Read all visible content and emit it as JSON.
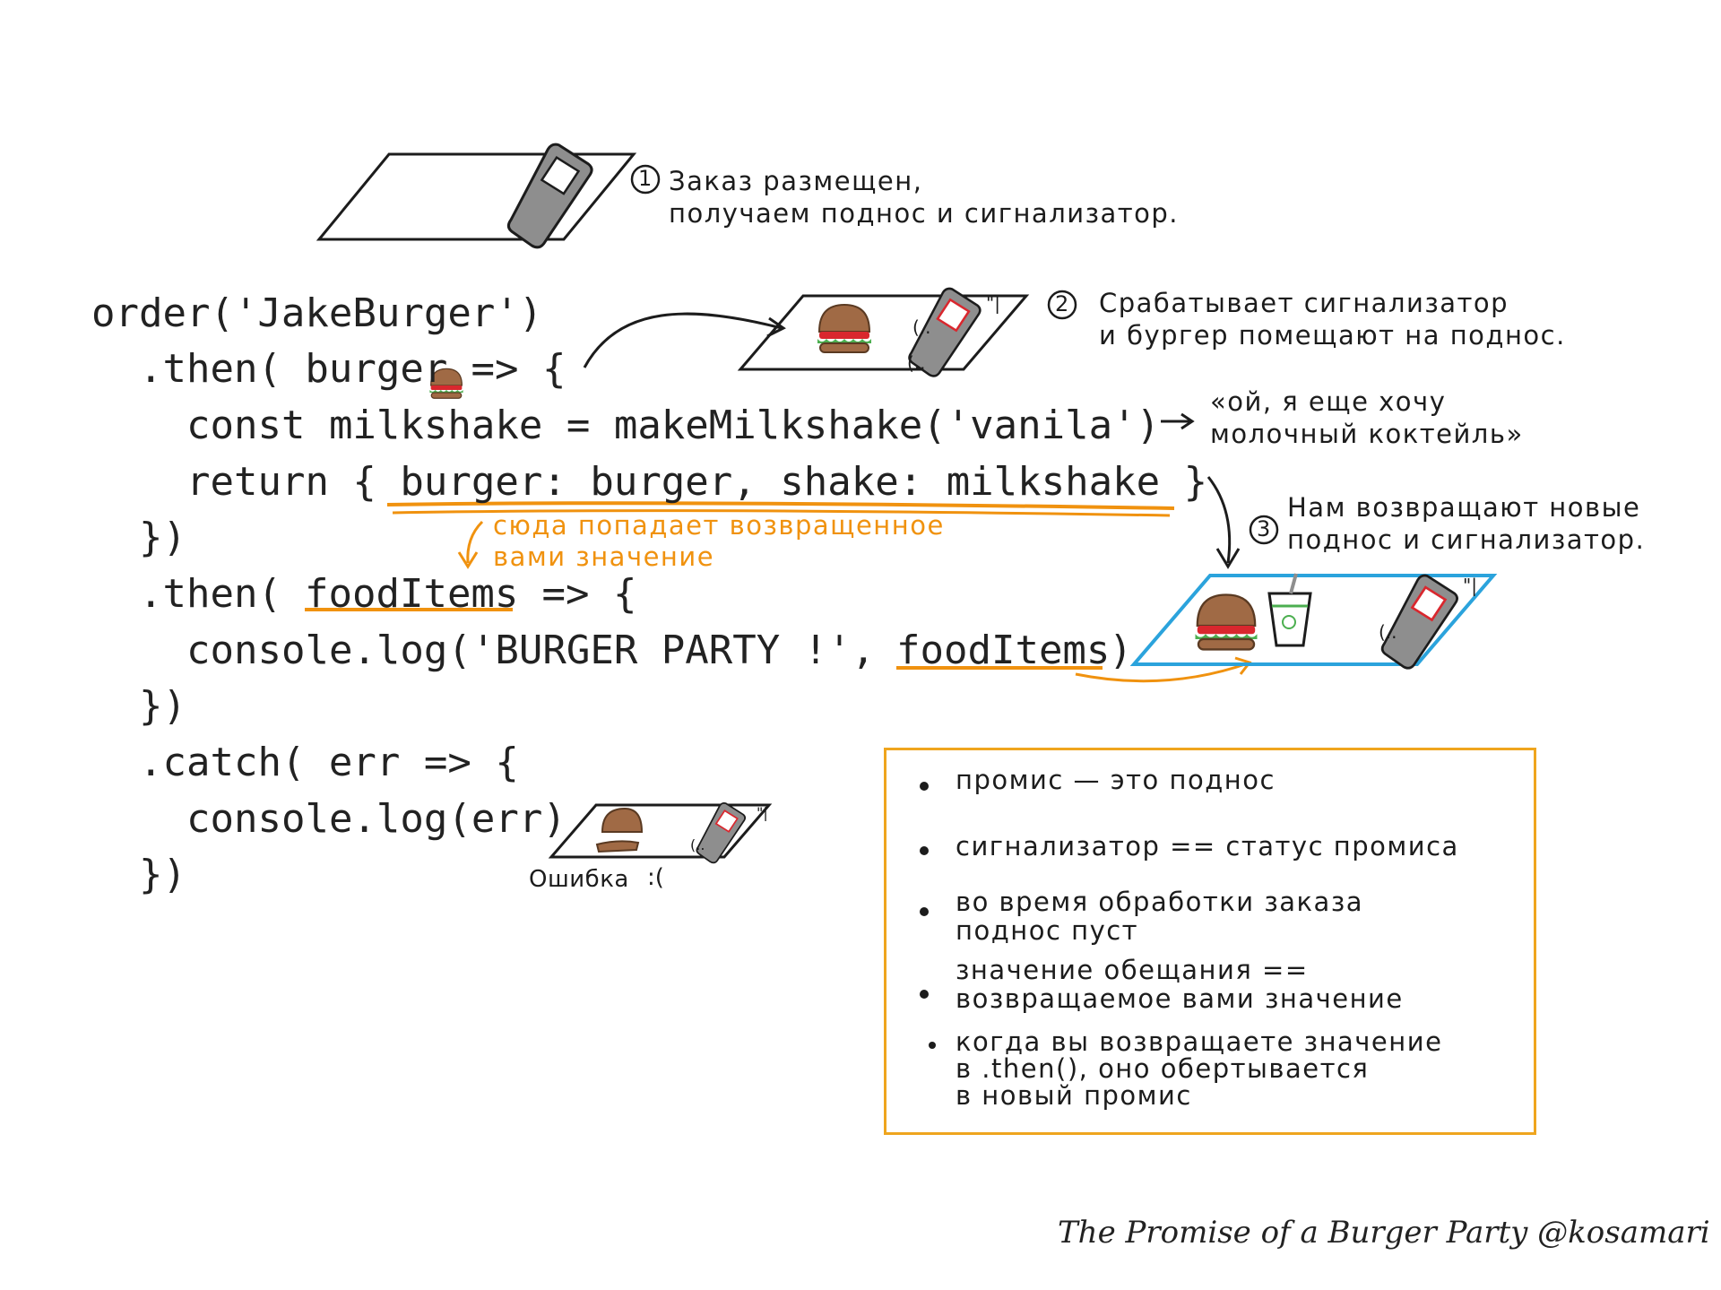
{
  "code": {
    "line1": "order('JakeBurger')",
    "line2a": ".then( burger",
    "line2b": " => {",
    "line3": "const milkshake = makeMilkshake('vanila')",
    "line4": "return { burger: burger, shake: milkshake }",
    "line5": "})",
    "line6a": ".then( ",
    "line6b": "foodItems",
    "line6c": " => {",
    "line7a": "console.log('BURGER PARTY !', ",
    "line7b": "foodItems",
    "line7c": ")",
    "line8": "})",
    "line9": ".catch( err => {",
    "line10": "console.log(err)",
    "line11": "})"
  },
  "annotations": {
    "step1_number": "1",
    "step1_line1": "Заказ размещен,",
    "step1_line2": "получаем поднос и сигнализатор.",
    "step2_number": "2",
    "step2_line1": "Срабатывает сигнализатор",
    "step2_line2": "и бургер помещают на поднос.",
    "quote_line1": "«ой, я еще хочу",
    "quote_line2": "молочный коктейль»",
    "step3_number": "3",
    "step3_line1": "Нам возвращают новые",
    "step3_line2": "поднос и сигнализатор.",
    "returned_line1": "сюда попадает возвращенное",
    "returned_line2": "вами значение",
    "error_label": "Ошибка",
    "error_face": ":("
  },
  "notes": [
    {
      "lines": [
        "промис — это поднос"
      ]
    },
    {
      "lines": [
        "сигнализатор == статус промиса"
      ]
    },
    {
      "lines": [
        "во время обработки заказа",
        "поднос пуст"
      ]
    },
    {
      "lines": [
        "значение обещания ==",
        "возвращаемое вами значение"
      ]
    },
    {
      "lines": [
        "когда вы возвращаете значение",
        "в .then(), оно обертывается",
        "в новый промис"
      ]
    }
  ],
  "caption": "The Promise of a Burger Party @kosamari",
  "colors": {
    "ink": "#1c1c1c",
    "orange": "#f0920f",
    "blue": "#2ba3dc",
    "box_border": "#efa51e",
    "bun": "#a06a45",
    "tomato": "#d9272e",
    "lettuce": "#4caf50",
    "pager": "#8e8e8e"
  },
  "icons": [
    "tray-icon",
    "pager-icon",
    "burger-icon",
    "milkshake-icon",
    "half-burger-icon",
    "arrow-icon"
  ]
}
